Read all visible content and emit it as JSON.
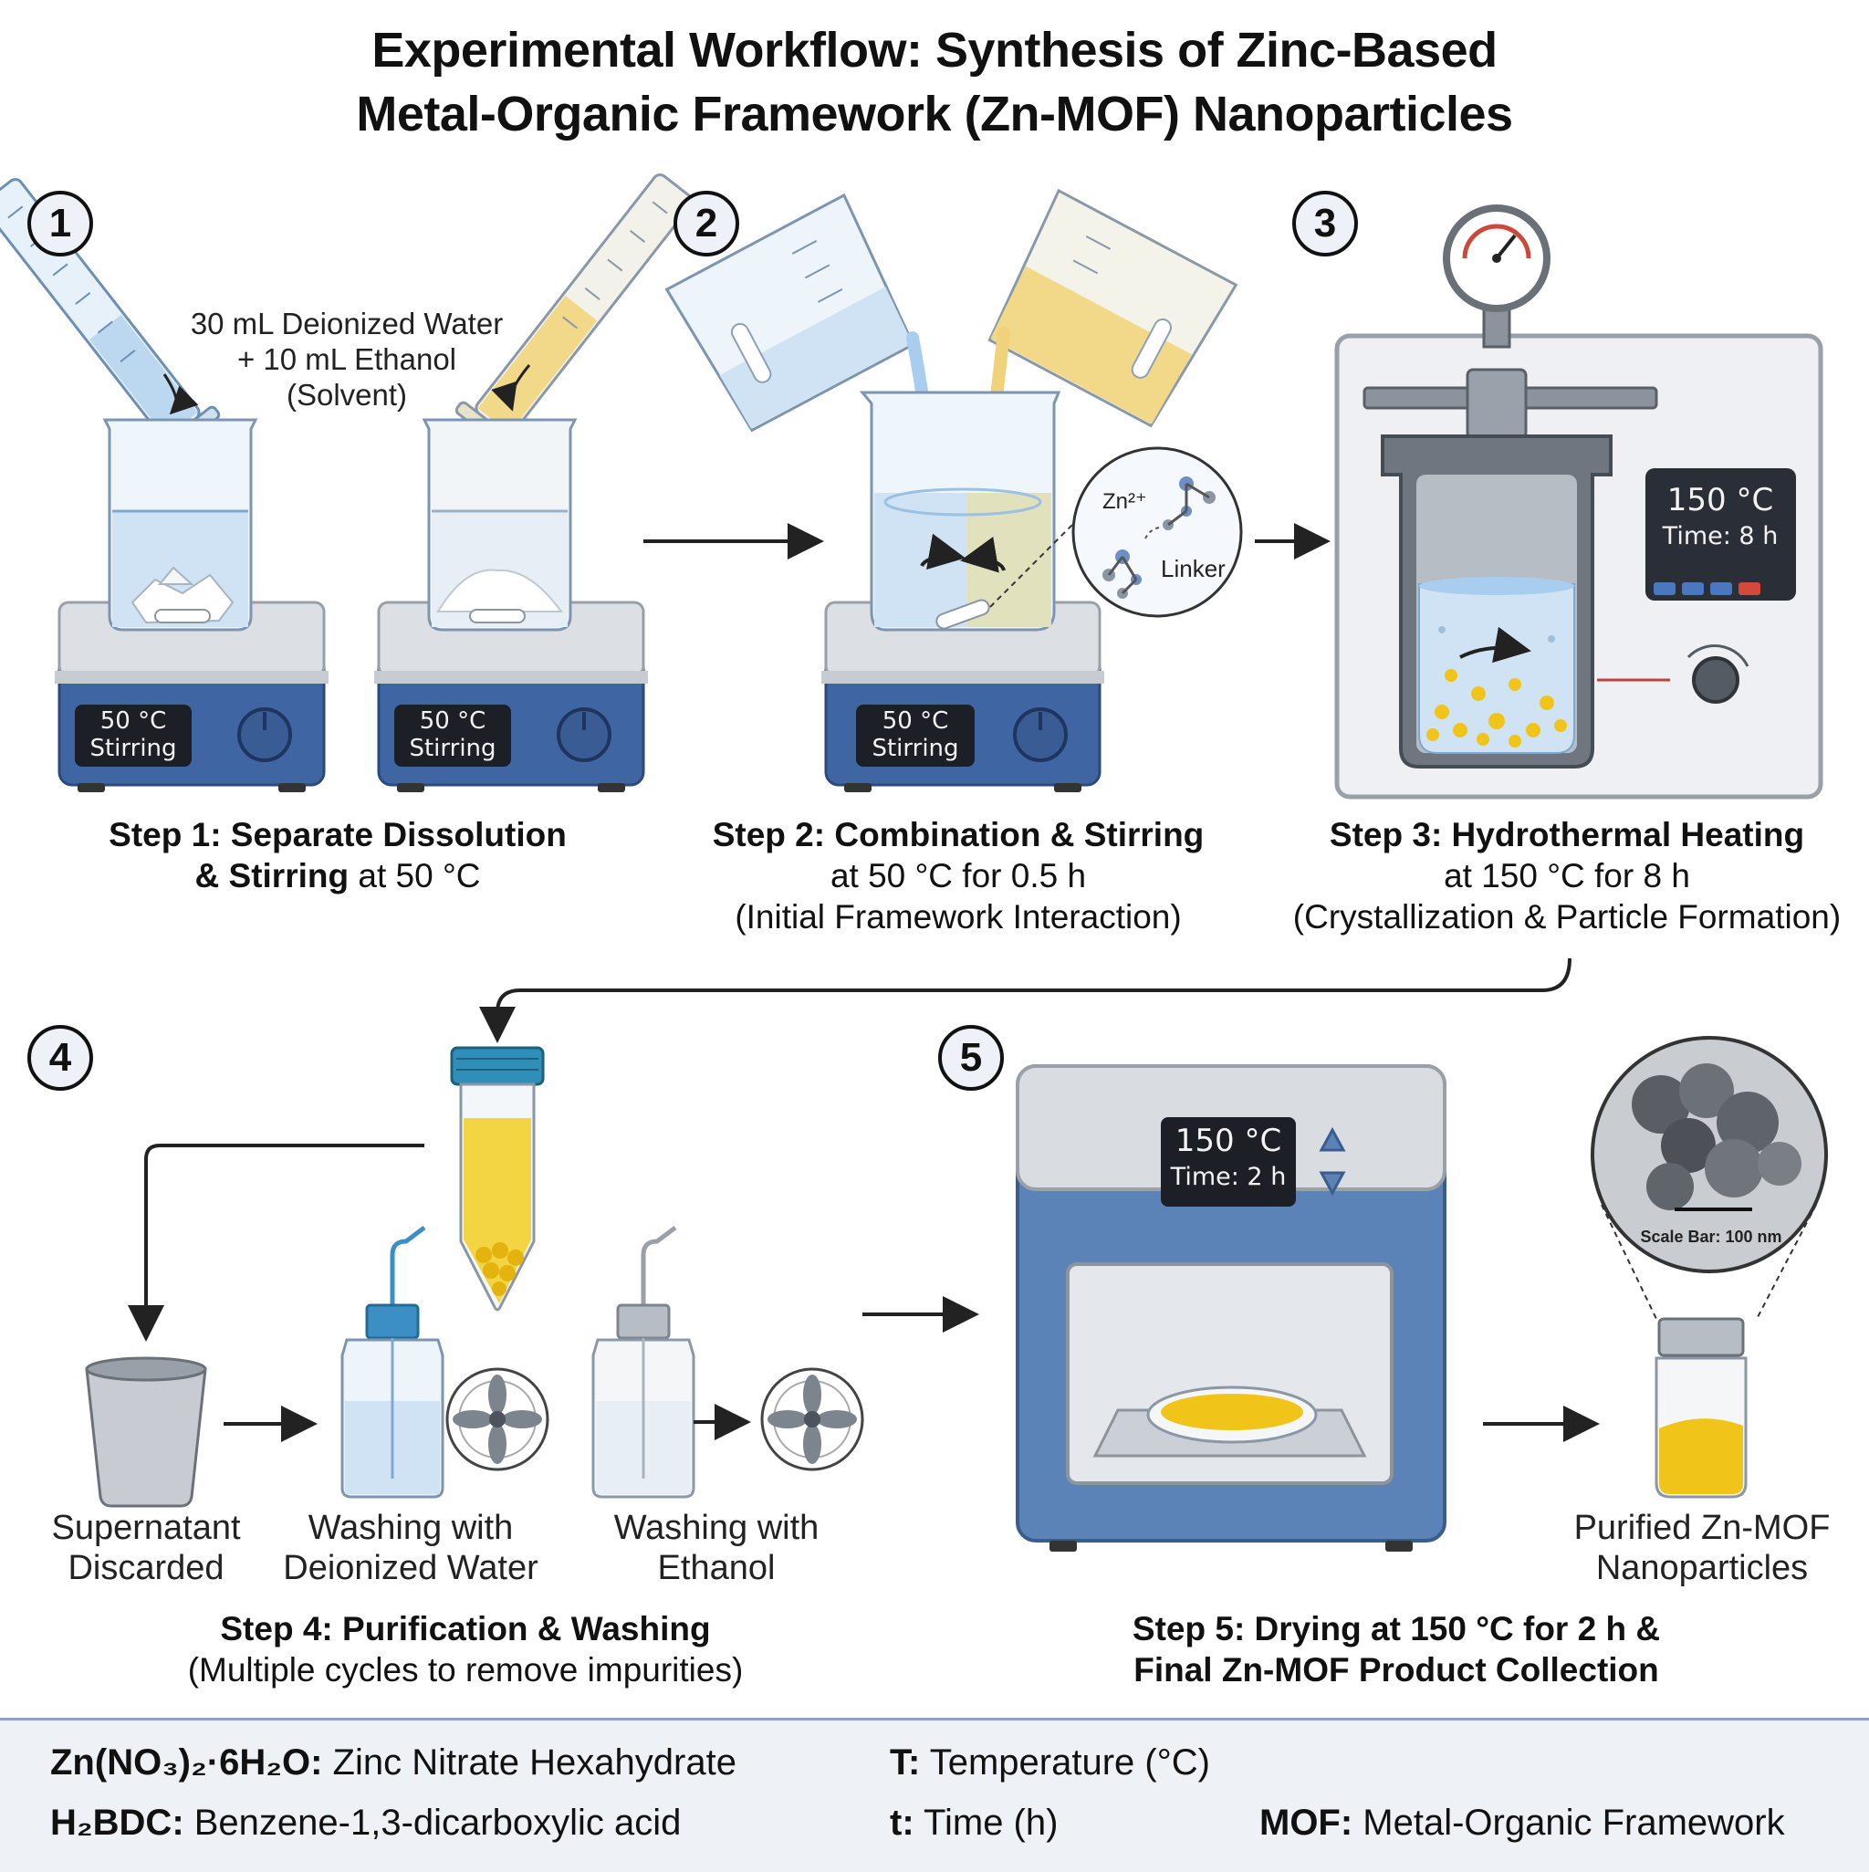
{
  "title": {
    "line1": "Experimental Workflow: Synthesis of Zinc-Based",
    "line2": "Metal-Organic Framework (Zn-MOF) Nanoparticles"
  },
  "step_numbers": [
    "1",
    "2",
    "3",
    "4",
    "5"
  ],
  "step1": {
    "solvent_line1": "30 mL Deionized Water",
    "solvent_line2": "+ 10 mL Ethanol",
    "solvent_line3": "(Solvent)",
    "hotplate_temp": "50 °C",
    "hotplate_mode": "Stirring",
    "caption_bold1": "Step 1: Separate Dissolution",
    "caption_bold2": "& Stirring",
    "caption_rest2": " at 50 °C"
  },
  "step2": {
    "zn_label": "Zn²⁺",
    "linker_label": "Linker",
    "hotplate_temp": "50 °C",
    "hotplate_mode": "Stirring",
    "caption_bold": "Step 2: Combination & Stirring",
    "caption_line2": "at 50 °C for 0.5 h",
    "caption_line3": "(Initial Framework Interaction)"
  },
  "step3": {
    "display_temp": "150 °C",
    "display_time": "Time: 8 h",
    "caption_bold": "Step 3: Hydrothermal Heating",
    "caption_line2": "at 150 °C for 8 h",
    "caption_line3": "(Crystallization & Particle Formation)"
  },
  "step4": {
    "label_supernatant1": "Supernatant",
    "label_supernatant2": "Discarded",
    "label_water1": "Washing with",
    "label_water2": "Deionized Water",
    "label_ethanol1": "Washing with",
    "label_ethanol2": "Ethanol",
    "caption_bold": "Step 4: Purification & Washing",
    "caption_line2": "(Multiple cycles to remove impurities)"
  },
  "step5": {
    "display_temp": "150 °C",
    "display_time": "Time: 2 h",
    "scale_bar": "Scale Bar: 100 nm",
    "product1": "Purified Zn-MOF",
    "product2": "Nanoparticles",
    "caption_bold1": "Step 5: Drying at 150 °C for 2 h &",
    "caption_bold2": "Final Zn-MOF Product Collection"
  },
  "legend": {
    "zn_key": "Zn(NO₃)₂·6H₂O:",
    "zn_val": " Zinc Nitrate Hexahydrate",
    "h2bdc_key": "H₂BDC:",
    "h2bdc_val": " Benzene-1,3-dicarboxylic acid",
    "t_key": "T:",
    "t_val": " Temperature (°C)",
    "time_key": "t:",
    "time_val": " Time (h)",
    "mof_key": "MOF:",
    "mof_val": " Metal-Organic Framework"
  },
  "colors": {
    "hotplate_blue": "#3f66a3",
    "water_blue": "#cfe3f4",
    "ethanol_yellow": "#f2d98a",
    "particle_yellow": "#f0c419",
    "oven_blue": "#5b83b8"
  }
}
